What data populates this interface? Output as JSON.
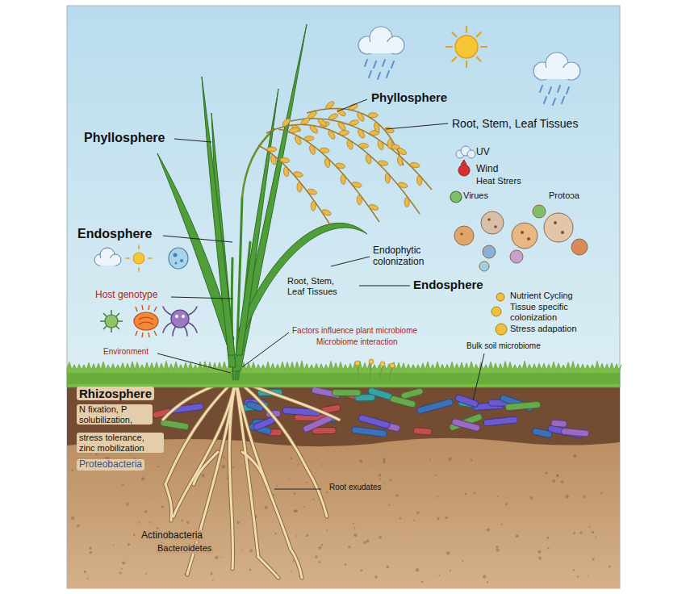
{
  "diagram": {
    "labels": [
      "Phyllosphere",
      "Root, Stem, Leaf Tissues",
      "Phyllosphere",
      "UV",
      "Wind",
      "Heat Strers",
      "Virues",
      "Protoɔa",
      "Endosphere",
      "Endophytic colonization",
      "Root, Stem, Leaf Tissues",
      "Endosphere",
      "Host genotype",
      "Nutrient Cycling",
      "Tissue specific colonization",
      "Stress adapation",
      "Factors influence plant microbiome",
      "Microbiome interaction",
      "Bulk soil microbiome",
      "Environment",
      "Rhizosphere",
      "N fixation, P solubilization,",
      "stress tolerance, zinc mobilization",
      "Proteobacteria",
      "Root exudates",
      "Actinobacteria",
      "Bacteroidetes"
    ]
  }
}
